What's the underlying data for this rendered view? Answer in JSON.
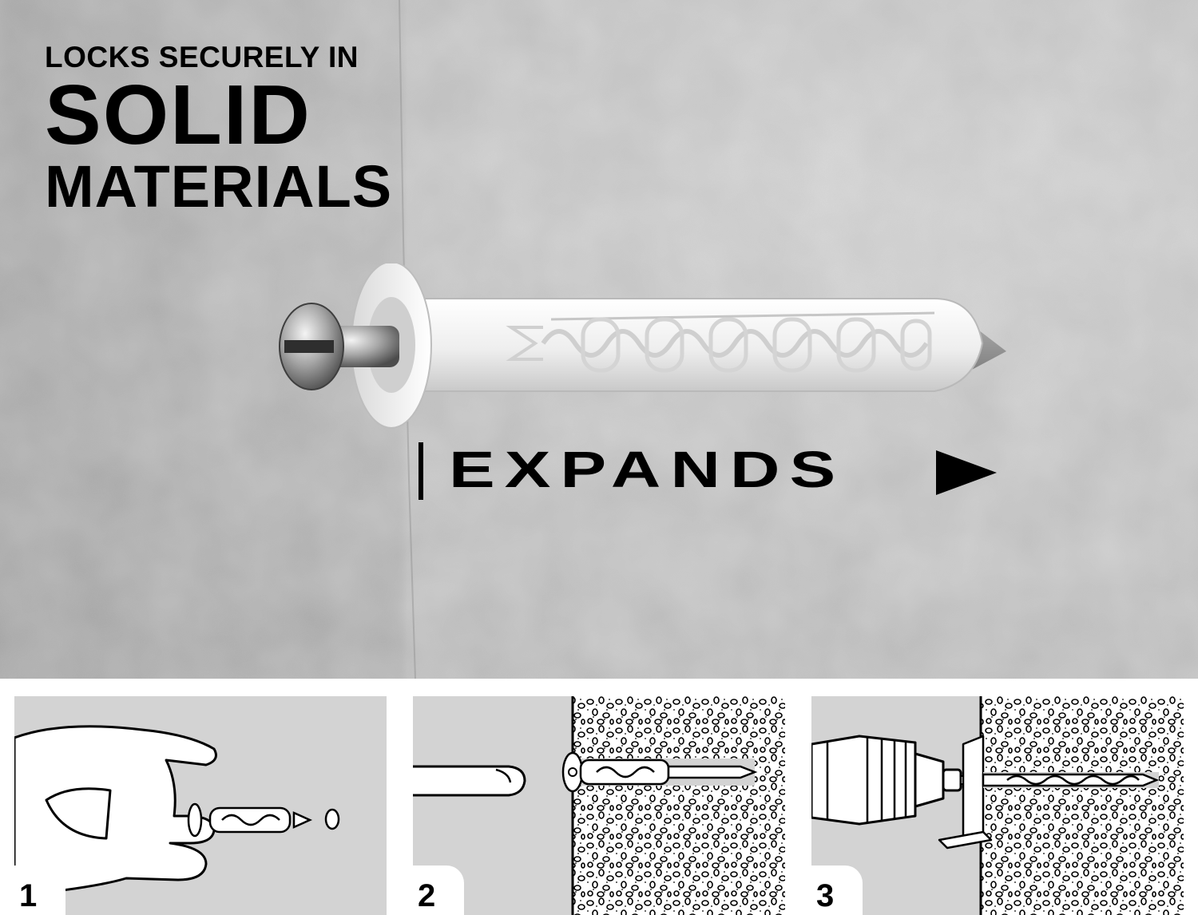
{
  "headline": {
    "line1": "LOCKS SECURELY IN",
    "line2": "SOLID",
    "line3": "MATERIALS"
  },
  "expands": {
    "label": "EXPANDS"
  },
  "steps": [
    {
      "number": "1"
    },
    {
      "number": "2"
    },
    {
      "number": "3"
    }
  ],
  "colors": {
    "text": "#000000",
    "wall": "#b4b4b4",
    "anchor": "#f2f2f2",
    "panel": "#d3d3d3"
  },
  "icons": [
    "play-arrow-icon",
    "screw-head-icon",
    "hand-illustration",
    "drill-illustration"
  ]
}
